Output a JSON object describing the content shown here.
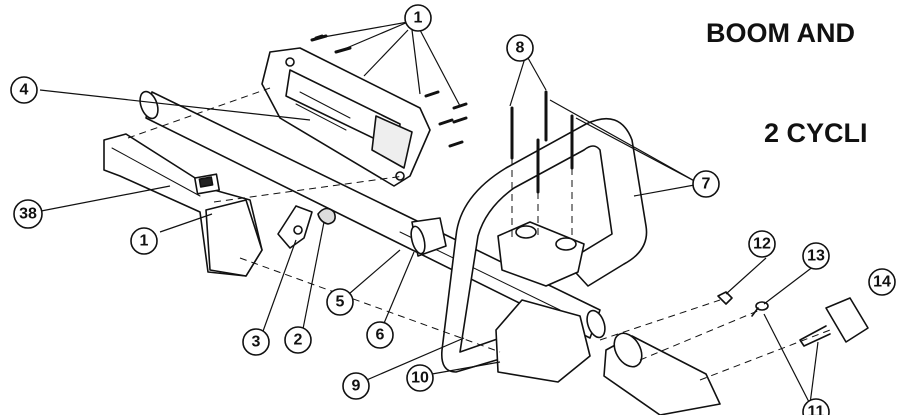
{
  "title": {
    "line1": "BOOM AND",
    "line2": "2 CYCLI"
  },
  "callouts": [
    {
      "id": "c1a",
      "label": "1"
    },
    {
      "id": "c1b",
      "label": "1"
    },
    {
      "id": "c2",
      "label": "2"
    },
    {
      "id": "c3",
      "label": "3"
    },
    {
      "id": "c4",
      "label": "4"
    },
    {
      "id": "c5",
      "label": "5"
    },
    {
      "id": "c6",
      "label": "6"
    },
    {
      "id": "c7",
      "label": "7"
    },
    {
      "id": "c8",
      "label": "8"
    },
    {
      "id": "c9",
      "label": "9"
    },
    {
      "id": "c10",
      "label": "10"
    },
    {
      "id": "c11",
      "label": "11"
    },
    {
      "id": "c12",
      "label": "12"
    },
    {
      "id": "c13",
      "label": "13"
    },
    {
      "id": "c14",
      "label": "14"
    },
    {
      "id": "c38",
      "label": "38"
    }
  ]
}
